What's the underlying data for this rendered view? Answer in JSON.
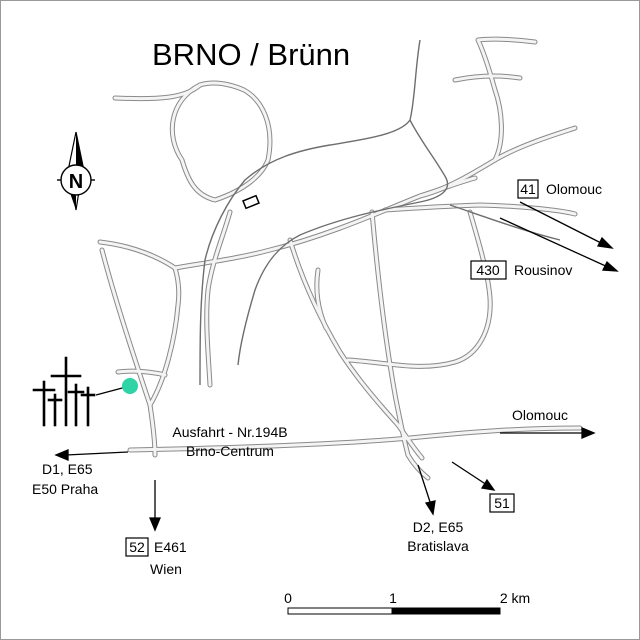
{
  "title": "BRNO / Brünn",
  "compass": {
    "letter": "N",
    "icon": "north-arrow-icon"
  },
  "destinations": {
    "olomouc_41": {
      "route_number": "41",
      "name": "Olomouc"
    },
    "rousinov": {
      "route_number": "430",
      "name": "Rousinov"
    },
    "olomouc_d1": {
      "name": "Olomouc"
    },
    "route_51": {
      "route_number": "51"
    },
    "bratislava": {
      "line1": "D2, E65",
      "line2": "Bratislava"
    },
    "praha": {
      "line1": "D1, E65",
      "line2": "E50  Praha"
    },
    "wien": {
      "route_number": "52",
      "route_label": "E461",
      "name": "Wien"
    }
  },
  "exit": {
    "line1": "Ausfahrt - Nr.194B",
    "line2": "Brno-Centrum"
  },
  "scale": {
    "ticks": [
      "0",
      "1",
      "2 km"
    ]
  },
  "markers": {
    "cemetery_icon": "crosses-icon",
    "location_color": "#2ed3a6"
  },
  "colors": {
    "road_edge": "#8a8a8a",
    "road_fill": "#f4f4f4",
    "background": "#ffffff"
  }
}
